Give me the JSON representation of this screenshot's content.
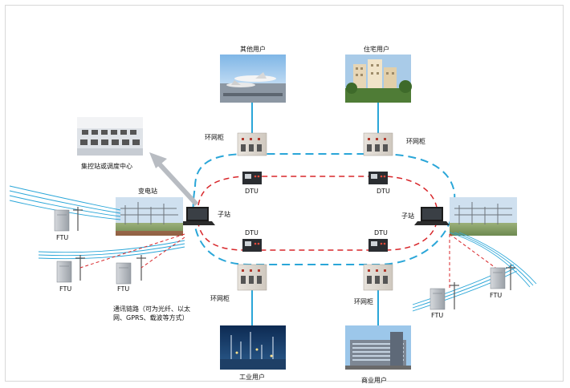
{
  "labels": {
    "other_users": "其他用户",
    "residential_users": "住宅用户",
    "industrial_users": "工业用户",
    "commercial_users": "商业用户",
    "control_center": "集控站或调度中心",
    "substation": "变电站",
    "ring_cabinet": "环网柜",
    "dtu": "DTU",
    "sub_station": "子站",
    "ftu": "FTU",
    "comm_link": "通讯链路（可为光纤、以太网、GPRS、载波等方式）"
  },
  "colors": {
    "blue_line": "#2aa6d8",
    "red_line": "#d8262a",
    "arrow_gray": "#b8bcc2",
    "sky": "#9cc7ea"
  }
}
